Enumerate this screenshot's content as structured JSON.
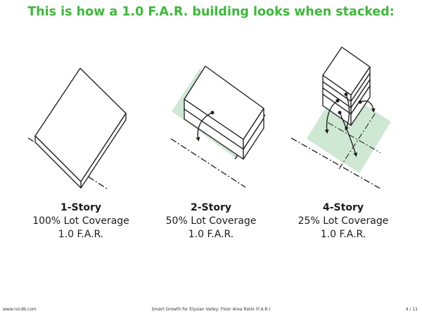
{
  "title": "This is how a 1.0 F.A.R. building looks when stacked:",
  "colors": {
    "title": "#3db83a",
    "footprint": "#cfe8d4",
    "ink": "#1a1a1a"
  },
  "panels": [
    {
      "title": "1-Story",
      "coverage": "100% Lot Coverage",
      "far": "1.0 F.A.R."
    },
    {
      "title": "2-Story",
      "coverage": "50% Lot Coverage",
      "far": "1.0 F.A.R."
    },
    {
      "title": "4-Story",
      "coverage": "25% Lot Coverage",
      "far": "1.0 F.A.R."
    }
  ],
  "footer": {
    "site": "www.rocdb.com",
    "caption": "Smart Growth for Elysian Valley: Floor Area Ratio (F.A.R.)",
    "page": "4  /  11"
  }
}
